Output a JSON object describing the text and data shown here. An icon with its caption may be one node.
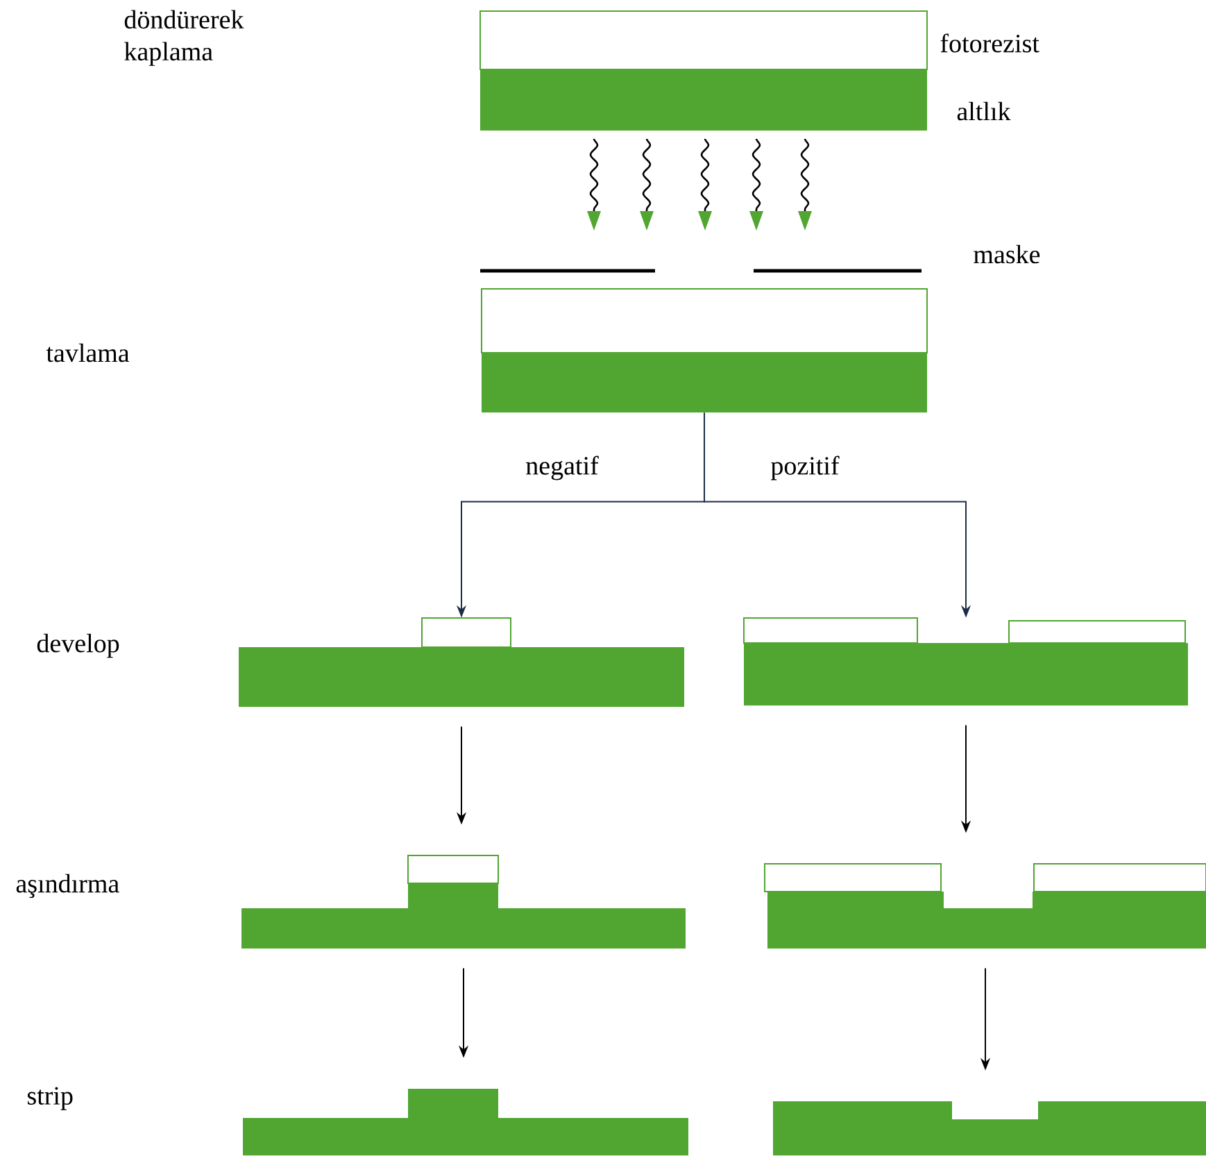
{
  "diagram": {
    "nodes": [
      {
        "text": [],
        "shape": "box",
        "beside": [
          "fotorezist",
          "altlık"
        ]
      },
      {
        "text": [],
        "shape": "box"
      },
      {
        "text": [],
        "shape": "box"
      },
      {
        "text": [],
        "shape": "box"
      },
      {
        "text": [],
        "shape": "box"
      },
      {
        "text": [],
        "shape": "box"
      },
      {
        "text": [],
        "shape": "box"
      },
      {
        "text": [],
        "shape": "box"
      }
    ],
    "edges": [
      {
        "from": 1,
        "to": 2,
        "arrow": "to",
        "label": "negatif"
      },
      {
        "from": 1,
        "to": 3,
        "arrow": "to",
        "label": "pozitif"
      },
      {
        "from": 2,
        "to": 4,
        "arrow": "to"
      },
      {
        "from": 3,
        "to": 5,
        "arrow": "to"
      },
      {
        "from": 4,
        "to": 6,
        "arrow": "to"
      },
      {
        "from": 5,
        "to": 7,
        "arrow": "to"
      }
    ],
    "labels": [
      "döndürerek kaplama",
      "maske",
      "tavlama",
      "develop",
      "aşındırma",
      "strip"
    ]
  }
}
